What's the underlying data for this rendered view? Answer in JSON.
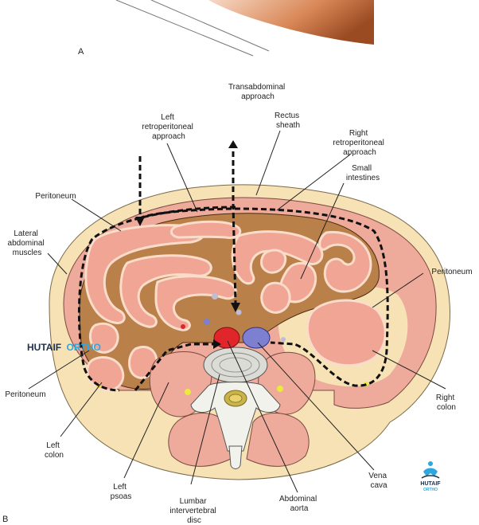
{
  "panels": {
    "top": "A",
    "bottom": "B"
  },
  "labels": {
    "transabdominal": [
      "Transabdominal",
      "approach"
    ],
    "left_retro": [
      "Left",
      "retroperitoneal",
      "approach"
    ],
    "rectus": [
      "Rectus",
      "sheath"
    ],
    "right_retro": [
      "Right",
      "retroperitoneal",
      "approach"
    ],
    "small_int": [
      "Small",
      "intestines"
    ],
    "peritoneum_ul": [
      "Peritoneum"
    ],
    "lateral_muscles": [
      "Lateral",
      "abdominal",
      "muscles"
    ],
    "peritoneum_r": [
      "Peritoneum"
    ],
    "peritoneum_ll": [
      "Peritoneum"
    ],
    "left_colon": [
      "Left",
      "colon"
    ],
    "right_colon": [
      "Right",
      "colon"
    ],
    "left_psoas": [
      "Left",
      "psoas"
    ],
    "lumbar_disc": [
      "Lumbar",
      "intervertebral",
      "disc"
    ],
    "abdominal_aorta": [
      "Abdominal",
      "aorta"
    ],
    "vena_cava": [
      "Vena",
      "cava"
    ]
  },
  "watermark": {
    "brand1": "HUTAIF",
    "brand2": "ORTHO"
  },
  "logo": {
    "line1": "HUTAIF",
    "line2": "ORTHO"
  },
  "colors": {
    "fat": "#f7e2b6",
    "muscle": "#eeaa9a",
    "cavity": "#b9804a",
    "bowel": "#f0a595",
    "bowel_wall": "#f9dcc9",
    "aorta": "#e0262b",
    "vena_cava": "#7d7fd0",
    "bone": "#f2f2ec",
    "disc": "#dcdcd6",
    "brand_dark": "#20324a",
    "brand_accent": "#2ea7de"
  }
}
